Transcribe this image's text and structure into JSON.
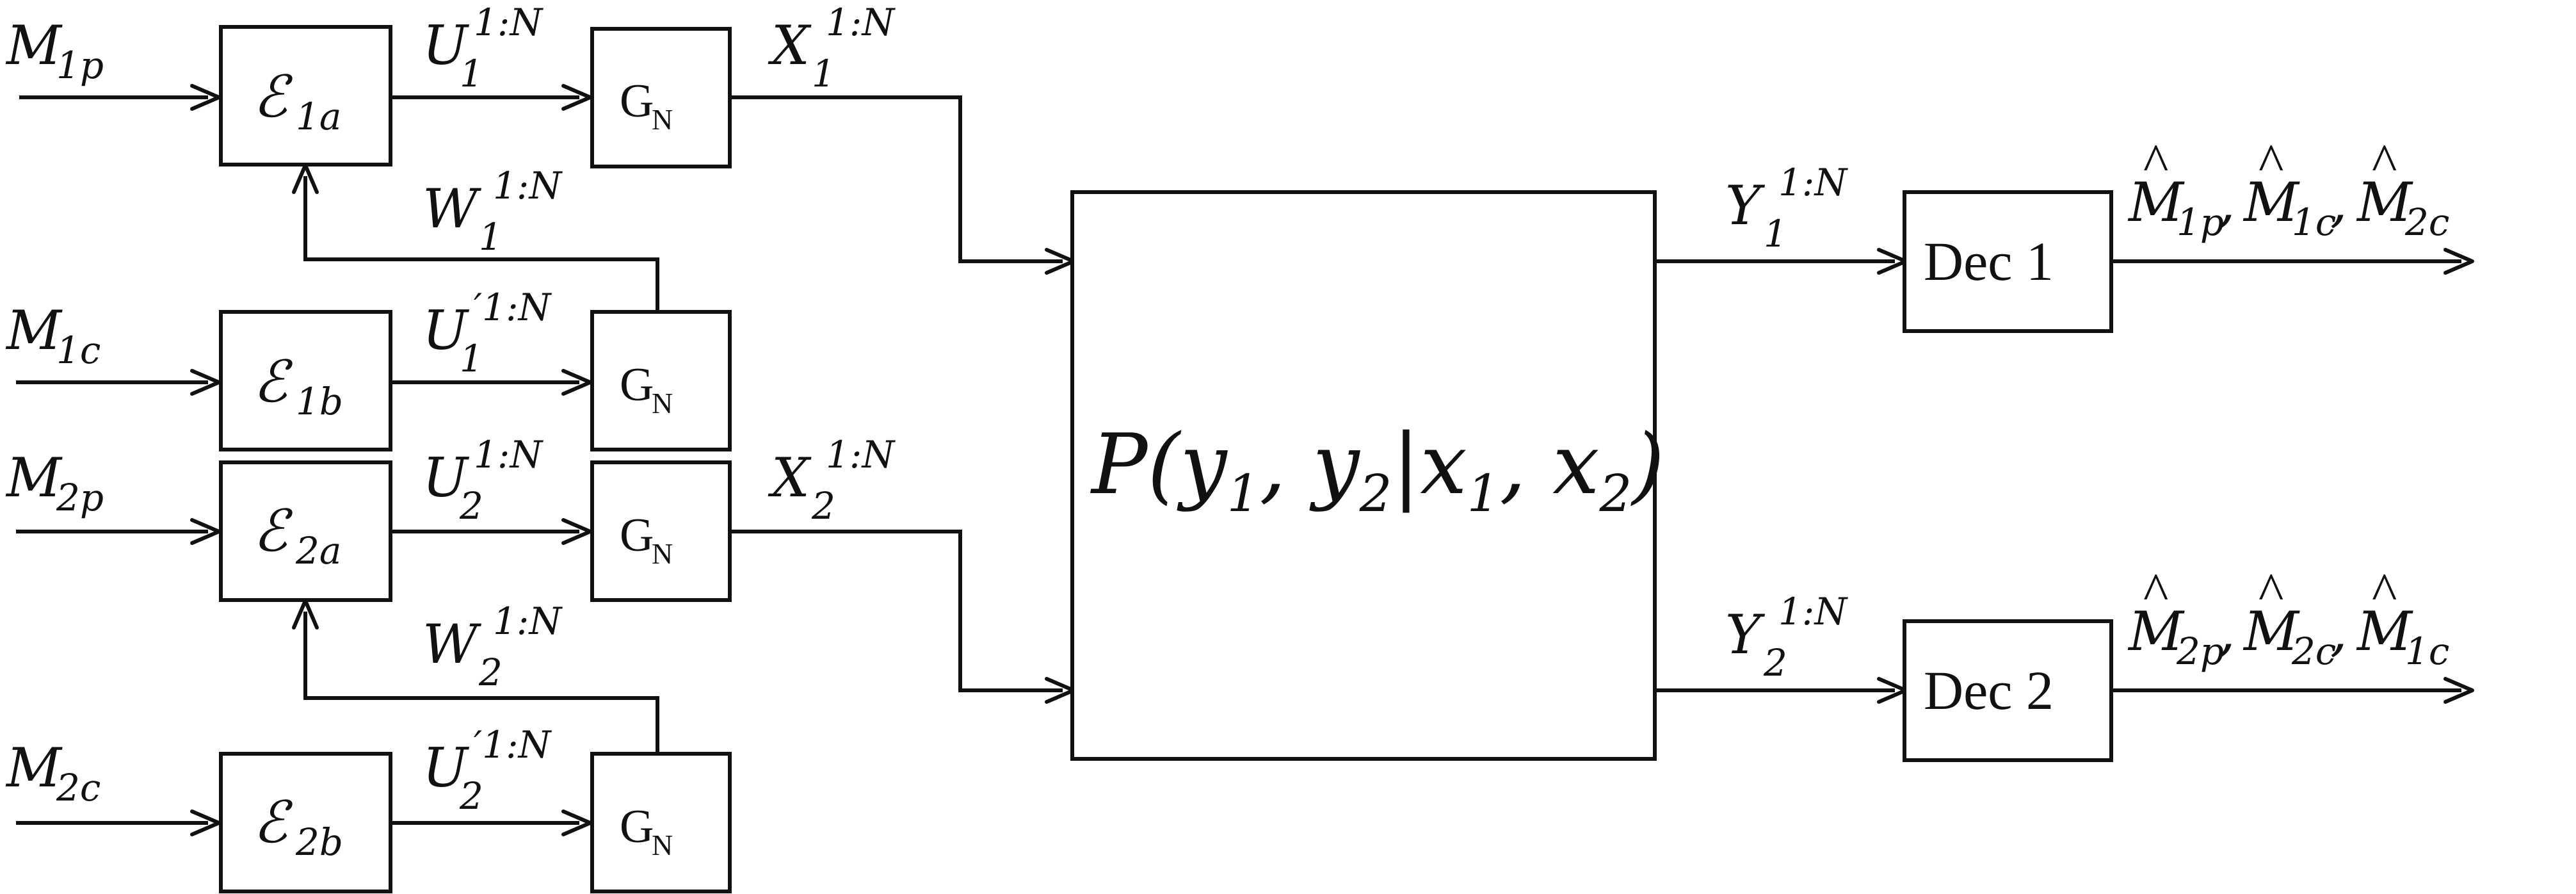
{
  "inputs": {
    "m1p": {
      "base": "M",
      "sub": "1p"
    },
    "m1c": {
      "base": "M",
      "sub": "1c"
    },
    "m2p": {
      "base": "M",
      "sub": "2p"
    },
    "m2c": {
      "base": "M",
      "sub": "2c"
    }
  },
  "encoders": {
    "e1a": {
      "base": "ℰ",
      "sub": "1a"
    },
    "e1b": {
      "base": "ℰ",
      "sub": "1b"
    },
    "e2a": {
      "base": "ℰ",
      "sub": "2a"
    },
    "e2b": {
      "base": "ℰ",
      "sub": "2b"
    }
  },
  "polar_transform": {
    "base": "G",
    "sub": "N"
  },
  "signals": {
    "u1": {
      "base": "U",
      "sub": "1",
      "sup": "1:N"
    },
    "u1p": {
      "base": "U",
      "sub": "1",
      "sup": "′1:N"
    },
    "u2": {
      "base": "U",
      "sub": "2",
      "sup": "1:N"
    },
    "u2p": {
      "base": "U",
      "sub": "2",
      "sup": "′1:N"
    },
    "w1": {
      "base": "W",
      "sub": "1",
      "sup": "1:N"
    },
    "w2": {
      "base": "W",
      "sub": "2",
      "sup": "1:N"
    },
    "x1": {
      "base": "X",
      "sub": "1",
      "sup": "1:N"
    },
    "x2": {
      "base": "X",
      "sub": "2",
      "sup": "1:N"
    },
    "y1": {
      "base": "Y",
      "sub": "1",
      "sup": "1:N"
    },
    "y2": {
      "base": "Y",
      "sub": "2",
      "sup": "1:N"
    }
  },
  "channel": {
    "open": "P(y",
    "s1": "1",
    "mid1": ", y",
    "s2": "2",
    "mid2": "|x",
    "s3": "1",
    "mid3": ", x",
    "s4": "2",
    "close": ")"
  },
  "decoders": {
    "dec1": "Dec 1",
    "dec2": "Dec 2"
  },
  "outputs": {
    "out1": {
      "hat": "^",
      "a": {
        "base": "M",
        "sub": "1p"
      },
      "b": {
        "base": "M",
        "sub": "1c"
      },
      "c": {
        "base": "M",
        "sub": "2c"
      },
      "sep": ","
    },
    "out2": {
      "hat": "^",
      "a": {
        "base": "M",
        "sub": "2p"
      },
      "b": {
        "base": "M",
        "sub": "2c"
      },
      "c": {
        "base": "M",
        "sub": "1c"
      },
      "sep": ","
    }
  }
}
